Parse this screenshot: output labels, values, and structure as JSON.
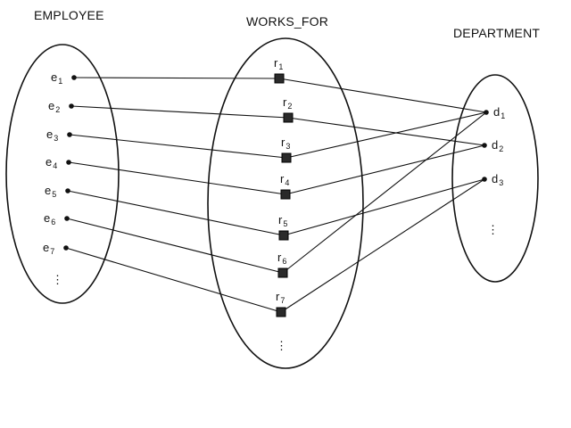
{
  "sets": {
    "employee": {
      "title": "EMPLOYEE"
    },
    "works_for": {
      "title": "WORKS_FOR"
    },
    "department": {
      "title": "DEPARTMENT"
    }
  },
  "employees": [
    {
      "id": "e1",
      "base": "e",
      "sub": "1"
    },
    {
      "id": "e2",
      "base": "e",
      "sub": "2"
    },
    {
      "id": "e3",
      "base": "e",
      "sub": "3"
    },
    {
      "id": "e4",
      "base": "e",
      "sub": "4"
    },
    {
      "id": "e5",
      "base": "e",
      "sub": "5"
    },
    {
      "id": "e6",
      "base": "e",
      "sub": "6"
    },
    {
      "id": "e7",
      "base": "e",
      "sub": "7"
    }
  ],
  "relationships": [
    {
      "id": "r1",
      "base": "r",
      "sub": "1"
    },
    {
      "id": "r2",
      "base": "r",
      "sub": "2"
    },
    {
      "id": "r3",
      "base": "r",
      "sub": "3"
    },
    {
      "id": "r4",
      "base": "r",
      "sub": "4"
    },
    {
      "id": "r5",
      "base": "r",
      "sub": "5"
    },
    {
      "id": "r6",
      "base": "r",
      "sub": "6"
    },
    {
      "id": "r7",
      "base": "r",
      "sub": "7"
    }
  ],
  "departments": [
    {
      "id": "d1",
      "base": "d",
      "sub": "1"
    },
    {
      "id": "d2",
      "base": "d",
      "sub": "2"
    },
    {
      "id": "d3",
      "base": "d",
      "sub": "3"
    }
  ],
  "links": [
    {
      "employee": "e1",
      "rel": "r1",
      "department": "d1"
    },
    {
      "employee": "e2",
      "rel": "r2",
      "department": "d2"
    },
    {
      "employee": "e3",
      "rel": "r3",
      "department": "d1"
    },
    {
      "employee": "e4",
      "rel": "r4",
      "department": "d2"
    },
    {
      "employee": "e5",
      "rel": "r5",
      "department": "d3"
    },
    {
      "employee": "e6",
      "rel": "r6",
      "department": "d1"
    },
    {
      "employee": "e7",
      "rel": "r7",
      "department": "d3"
    }
  ],
  "continuation": "⋮"
}
